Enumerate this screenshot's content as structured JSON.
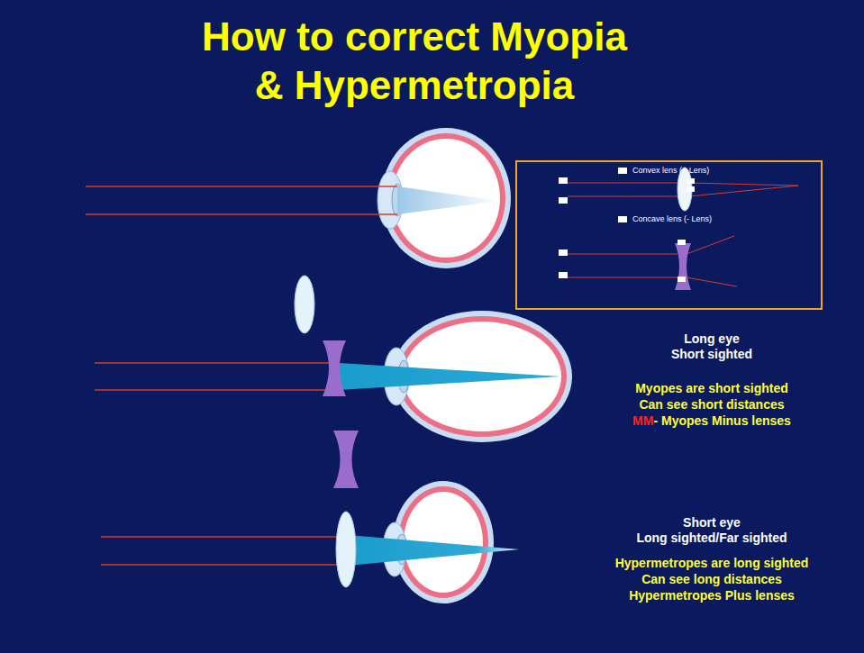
{
  "diagram": {
    "title": "How to correct Myopia & Hypermetropia",
    "nodes": [
      {
        "text": [
          "Convex lens (+ Lens)",
          "Concave lens (- Lens)"
        ]
      }
    ],
    "labels": [
      "Long eye",
      "Short sighted",
      "Myopes are short sighted",
      "Can see short distances",
      "MM",
      "- Myopes Minus lenses",
      "Short eye",
      "Long sighted/Far sighted",
      "Hypermetropes are long sighted",
      "Can see long distances",
      "Hypermetropes Plus lenses"
    ]
  }
}
